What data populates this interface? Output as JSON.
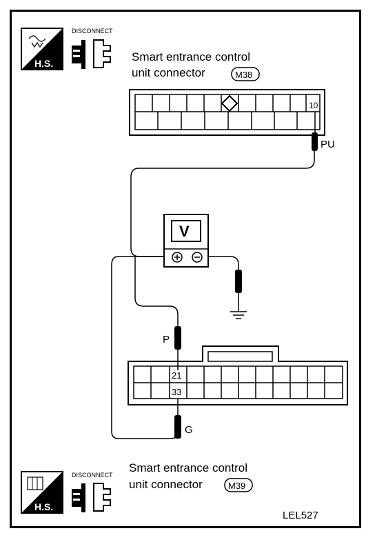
{
  "icon_top": {
    "hs_label": "H.S.",
    "disconnect_label": "DISCONNECT"
  },
  "connector_m38": {
    "title_line1": "Smart entrance control",
    "title_line2": "unit connector",
    "id": "M38",
    "terminal": "10",
    "wire_color": "PU"
  },
  "meter": {
    "label": "V",
    "plus": "⊕",
    "minus": "⊖"
  },
  "connector_m39": {
    "title_line1": "Smart entrance control",
    "title_line2": "unit connector",
    "id": "M39",
    "terminal_upper": "21",
    "terminal_lower": "33",
    "wire_upper": "P",
    "wire_lower": "G"
  },
  "icon_bottom": {
    "hs_label": "H.S.",
    "disconnect_label": "DISCONNECT"
  },
  "figure_id": "LEL527"
}
